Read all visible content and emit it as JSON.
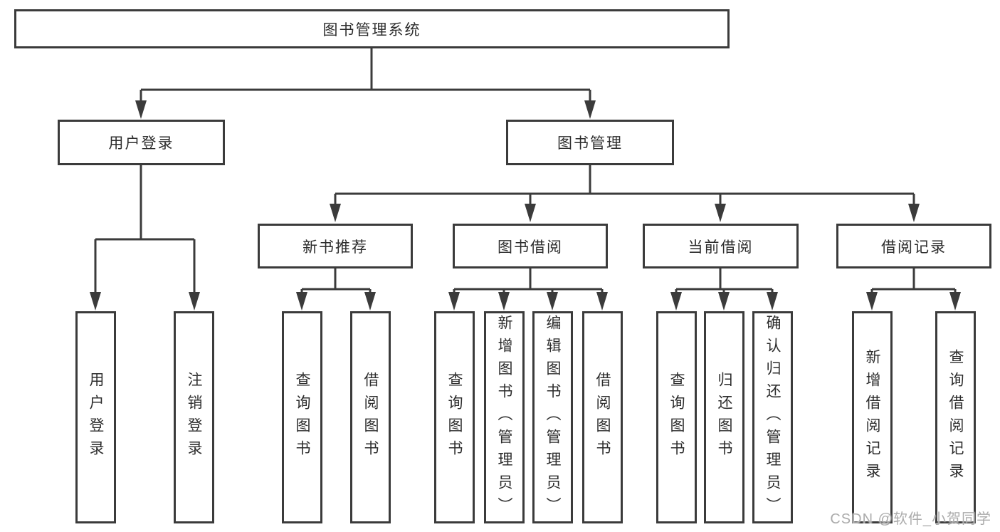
{
  "diagram": {
    "root": {
      "label": "图书管理系统"
    },
    "level2": [
      {
        "label": "用户登录"
      },
      {
        "label": "图书管理"
      }
    ],
    "level3": [
      {
        "label": "新书推荐"
      },
      {
        "label": "图书借阅"
      },
      {
        "label": "当前借阅"
      },
      {
        "label": "借阅记录"
      }
    ],
    "leaves": [
      {
        "label": "用户登录"
      },
      {
        "label": "注销登录"
      },
      {
        "label": "查询图书"
      },
      {
        "label": "借阅图书"
      },
      {
        "label": "查询图书"
      },
      {
        "label": "新增图书（管理员）"
      },
      {
        "label": "编辑图书（管理员）"
      },
      {
        "label": "借阅图书"
      },
      {
        "label": "查询图书"
      },
      {
        "label": "归还图书"
      },
      {
        "label": "确认归还（管理员）"
      },
      {
        "label": "新增借阅记录"
      },
      {
        "label": "查询借阅记录"
      }
    ]
  },
  "watermark": "CSDN @软件_小贺同学",
  "colors": {
    "line": "#3b3b3b",
    "box_border": "#3b3b3b",
    "text": "#2d2d2d",
    "background": "#ffffff",
    "watermark": "#ababab"
  }
}
